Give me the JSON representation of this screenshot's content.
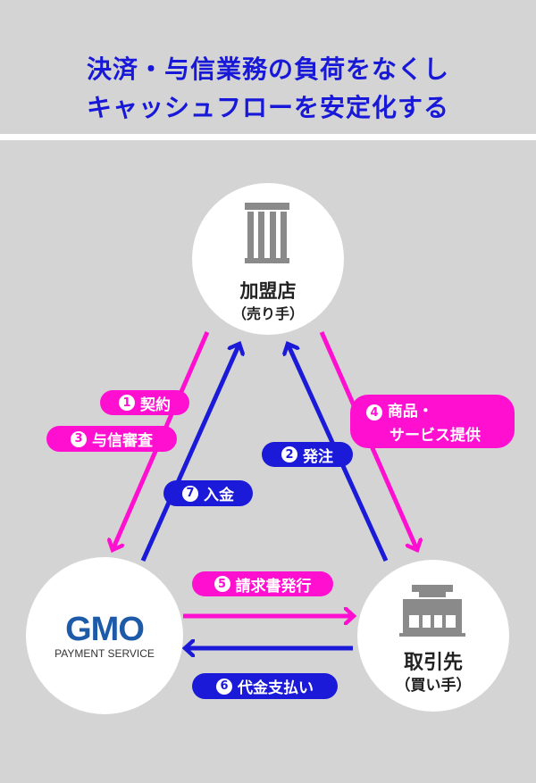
{
  "title": {
    "line1": "決済・与信業務の負荷をなくし",
    "line2": "キャッシュフローを安定化する"
  },
  "nodes": {
    "merchant": {
      "name": "加盟店",
      "sub": "（売り手）",
      "icon": "building-icon"
    },
    "gmo": {
      "logo": "GMO",
      "sub": "PAYMENT SERVICE"
    },
    "buyer": {
      "name": "取引先",
      "sub": "（買い手）",
      "icon": "store-icon"
    }
  },
  "steps": [
    {
      "num": "1",
      "label": "契約"
    },
    {
      "num": "2",
      "label": "発注"
    },
    {
      "num": "3",
      "label": "与信審査"
    },
    {
      "num": "4",
      "label": "商品・",
      "label2": "サービス提供"
    },
    {
      "num": "5",
      "label": "請求書発行"
    },
    {
      "num": "6",
      "label": "代金支払い"
    },
    {
      "num": "7",
      "label": "入金"
    }
  ],
  "colors": {
    "pink": "#ff10d0",
    "blue": "#1a1ad8",
    "title": "#1818d8",
    "bg": "#d4d4d4"
  }
}
